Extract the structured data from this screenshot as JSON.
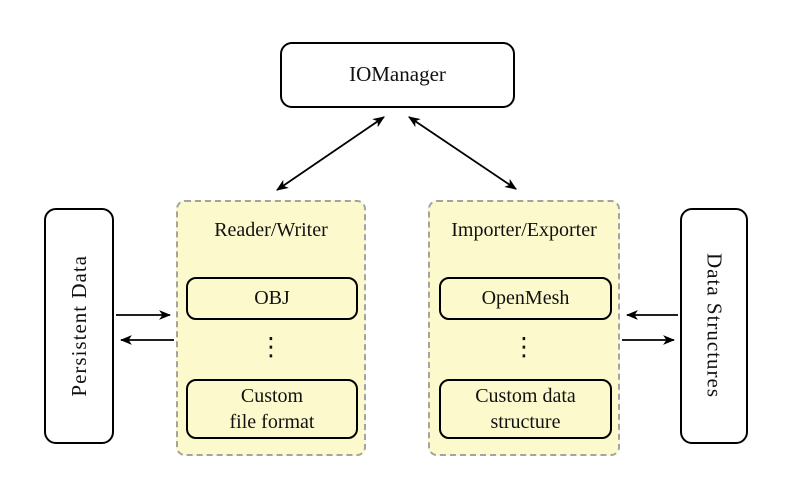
{
  "nodes": {
    "io_manager": {
      "label": "IOManager"
    },
    "persistent_data": {
      "label": "Persistent Data"
    },
    "data_structures": {
      "label": "Data Structures"
    }
  },
  "groups": {
    "reader_writer": {
      "title": "Reader/Writer",
      "ellipsis": "⋮",
      "items": [
        {
          "label": "OBJ"
        },
        {
          "label": "Custom\nfile format"
        }
      ]
    },
    "importer_exporter": {
      "title": "Importer/Exporter",
      "ellipsis": "⋮",
      "items": [
        {
          "label": "OpenMesh"
        },
        {
          "label": "Custom data\nstructure"
        }
      ]
    }
  },
  "colors": {
    "group_fill": "#FCFACD",
    "group_border": "#A3A3A3",
    "node_fill": "#FFFFFF",
    "line": "#000000",
    "background": "#FFFFFF"
  }
}
